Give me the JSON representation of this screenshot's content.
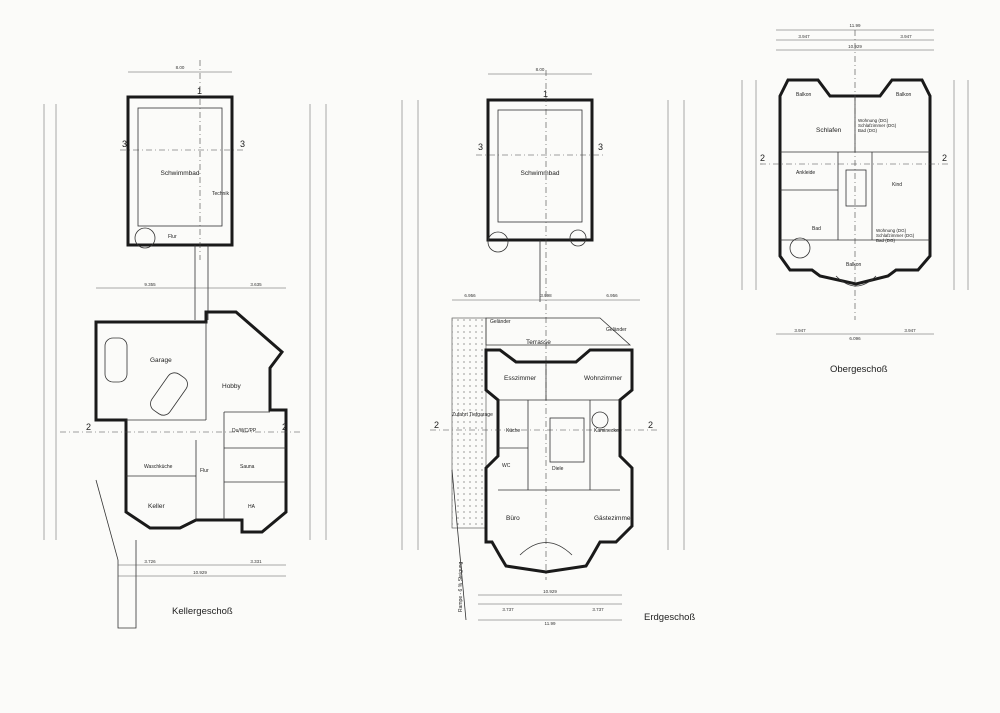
{
  "floors": {
    "keller": {
      "title": "Kellergeschoß",
      "rooms": {
        "schwimmbad": "Schwimmbad",
        "technik": "Technik",
        "flur_pool": "Flur",
        "garage": "Garage",
        "hobby": "Hobby",
        "dusche": "Du/WC/PP",
        "waschkueche": "Waschküche",
        "flur": "Flur",
        "sauna": "Sauna",
        "keller": "Keller",
        "ha": "HA"
      },
      "dims": {
        "top_total": "8.00",
        "mid_a": "9.355",
        "mid_b": "3.635",
        "bottom_total": "10.929",
        "bottom_a": "3.726",
        "bottom_b": "3.331"
      }
    },
    "erd": {
      "title": "Erdgeschoß",
      "rooms": {
        "schwimmbad": "Schwimmbad",
        "terrasse": "Terrasse",
        "esszimmer": "Esszimmer",
        "wohnzimmer": "Wohnzimmer",
        "kueche": "Küche",
        "kaminecke": "Kaminecke",
        "wc": "WC",
        "diele": "Diele",
        "buero": "Büro",
        "gaestezimmer": "Gästezimmer",
        "gelaender_left": "Geländer",
        "gelaender_right": "Geländer",
        "zufahrt": "Zufahrt Tiefgarage",
        "rampe": "Rampe - 6 % Steigung"
      },
      "dims": {
        "top_total": "8.00",
        "wide_a": "6.956",
        "wide_b": "3.998",
        "wide_c": "6.956",
        "bottom_total": "10.929",
        "bottom_a": "3.737",
        "bottom_b": "3.737",
        "overall": "11.99"
      }
    },
    "ober": {
      "title": "Obergeschoß",
      "rooms": {
        "balkon_left": "Balkon",
        "balkon_right": "Balkon",
        "schlafen": "Schlafen",
        "wohnung_top": "Wohnung (DG) Schlafzimmer (DG) Bad (DG)",
        "ankleide": "Ankleide",
        "kind": "Kind",
        "bad": "Bad",
        "wohnung_bottom": "Wohnung (DG) Schlafzimmer (DG) Bad (DG)",
        "balkon_bottom": "Balkon"
      },
      "dims": {
        "top_total": "11.99",
        "top_a": "3.947",
        "top_b": "3.947",
        "sub_total": "10.929",
        "bottom_total": "6.096",
        "bottom_a": "3.947",
        "bottom_b": "3.947"
      }
    }
  },
  "section_markers": {
    "one": "1",
    "two": "2",
    "three": "3"
  }
}
